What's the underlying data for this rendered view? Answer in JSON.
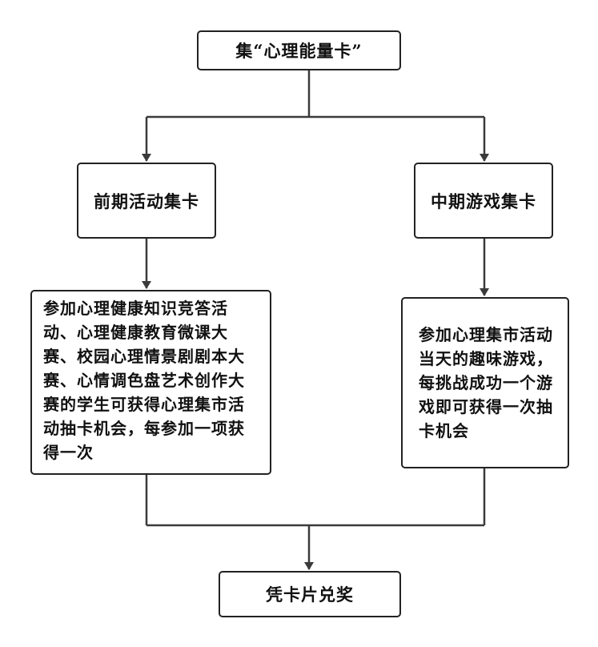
{
  "flowchart": {
    "start": {
      "label": "集“心理能量卡”"
    },
    "left_branch": {
      "title": "前期活动集卡",
      "detail": "参加心理健康知识竞答活动、心理健康教育微课大赛、校园心理情景剧剧本大赛、心情调色盘艺术创作大赛的学生可获得心理集市活动抽卡机会，每参加一项获得一次"
    },
    "right_branch": {
      "title": "中期游戏集卡",
      "detail": "参加心理集市活动当天的趣味游戏，每挑战成功一个游戏即可获得一次抽卡机会"
    },
    "end": {
      "label": "凭卡片兑奖"
    }
  },
  "colors": {
    "line": "#3a3a3a",
    "border": "#222222",
    "background": "#ffffff",
    "text": "#111111"
  }
}
